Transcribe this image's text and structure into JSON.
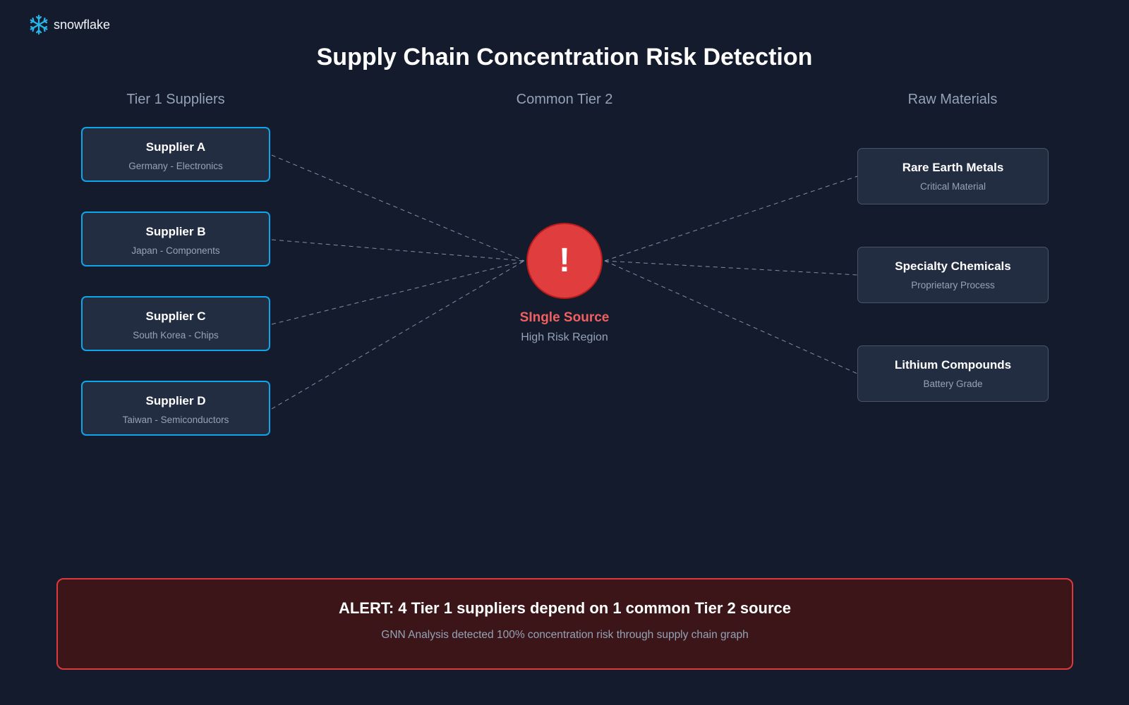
{
  "brand": {
    "logo_icon": "snowflake-icon",
    "name": "snowflake",
    "accent": "#29b5e8"
  },
  "title": "Supply Chain Concentration Risk Detection",
  "columns": {
    "tier1": "Tier 1 Suppliers",
    "tier2": "Common Tier 2",
    "raw": "Raw Materials"
  },
  "suppliers": [
    {
      "name": "Supplier A",
      "detail": "Germany - Electronics"
    },
    {
      "name": "Supplier B",
      "detail": "Japan - Components"
    },
    {
      "name": "Supplier C",
      "detail": "South Korea - Chips"
    },
    {
      "name": "Supplier D",
      "detail": "Taiwan - Semiconductors"
    }
  ],
  "hub": {
    "icon": "exclamation-icon",
    "mark": "!",
    "title": "SIngle Source",
    "subtitle": "High Risk Region",
    "color": "#e03e3e"
  },
  "materials": [
    {
      "name": "Rare Earth Metals",
      "detail": "Critical Material"
    },
    {
      "name": "Specialty Chemicals",
      "detail": "Proprietary Process"
    },
    {
      "name": "Lithium Compounds",
      "detail": "Battery Grade"
    }
  ],
  "alert": {
    "title": "ALERT: 4 Tier 1 suppliers depend on 1 common Tier 2 source",
    "subtitle": "GNN Analysis detected 100% concentration risk through supply chain graph",
    "color": "#dc3a3a"
  }
}
